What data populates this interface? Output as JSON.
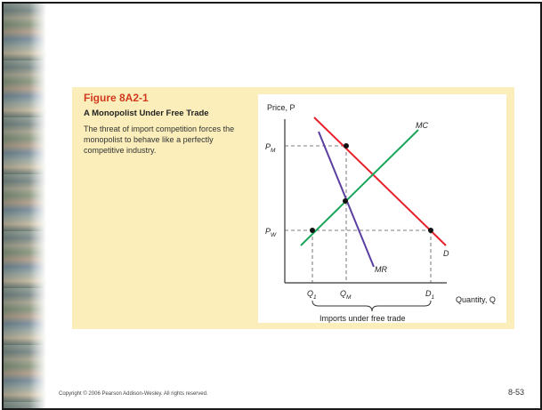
{
  "figure": {
    "number": "Figure 8A2-1",
    "title": "A Monopolist Under Free Trade",
    "caption": "The threat of import competition forces the monopolist to behave like a perfectly competitive industry."
  },
  "diagram": {
    "y_axis_label": "Price, P",
    "x_axis_label": "Quantity, Q",
    "price_labels": {
      "pm": "P",
      "pm_sub": "M",
      "pw": "P",
      "pw_sub": "W"
    },
    "quantity_labels": {
      "q1": "Q",
      "q1_sub": "1",
      "qm": "Q",
      "qm_sub": "M",
      "d1": "D",
      "d1_sub": "1"
    },
    "curves": {
      "mc": "MC",
      "mr": "MR",
      "d": "D"
    },
    "brace_label": "Imports under free trade",
    "colors": {
      "demand": "#e8202a",
      "mc": "#1aa65a",
      "mr": "#5a3fa0",
      "axis": "#333333",
      "guide": "#555555"
    }
  },
  "footer": {
    "copyright": "Copyright © 2006 Pearson Addison-Wesley. All rights reserved.",
    "page": "8-53"
  }
}
